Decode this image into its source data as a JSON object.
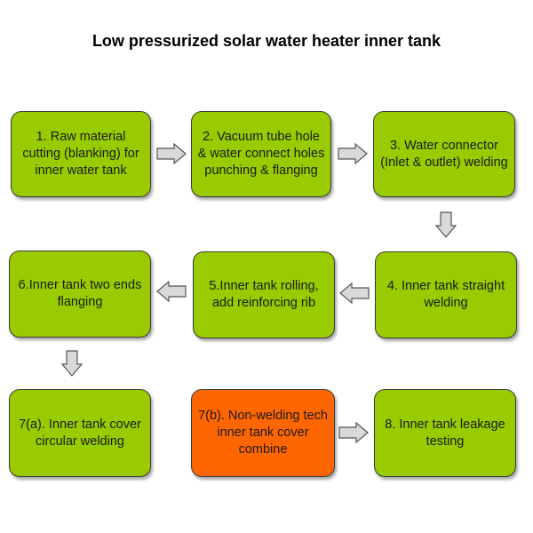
{
  "title": "Low pressurized solar water heater inner tank",
  "colors": {
    "step": "#99cc00",
    "alternative_step": "#ff6600",
    "arrow_fill": "#d9d9d9",
    "arrow_stroke": "#555555"
  },
  "steps": [
    {
      "label": "1. Raw material cutting (blanking) for inner water tank"
    },
    {
      "label": "2. Vacuum tube hole & water connect holes punching & flanging"
    },
    {
      "label": "3. Water connector (Inlet & outlet) welding"
    },
    {
      "label": "4. Inner tank straight welding"
    },
    {
      "label": "5.Inner tank rolling, add reinforcing rib"
    },
    {
      "label": "6.Inner tank two ends flanging"
    },
    {
      "label": "7(a). Inner tank cover circular welding"
    },
    {
      "label": "7(b). Non-welding tech inner tank cover combine"
    },
    {
      "label": "8. Inner tank leakage testing"
    }
  ]
}
